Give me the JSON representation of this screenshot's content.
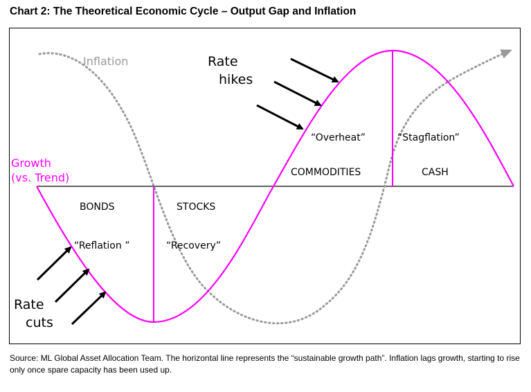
{
  "title": "Chart 2:  The Theoretical Economic Cycle – Output Gap and Inflation",
  "series": {
    "inflation": "Inflation",
    "growth_line1": "Growth",
    "growth_line2": "(vs. Trend)"
  },
  "annotations": {
    "rate_hikes_line1": "Rate",
    "rate_hikes_line2": "hikes",
    "rate_cuts_line1": "Rate",
    "rate_cuts_line2": "cuts"
  },
  "phases": [
    {
      "name": "“Reflation ”",
      "asset": "BONDS"
    },
    {
      "name": "“Recovery”",
      "asset": "STOCKS"
    },
    {
      "name": "“Overheat”",
      "asset": "COMMODITIES"
    },
    {
      "name": "“Stagflation”",
      "asset": "CASH"
    }
  ],
  "source": "Source: ML Global Asset Allocation Team. The horizontal line represents the “sustainable growth path”. Inflation lags growth, starting to rise only once spare capacity has been used up.",
  "colors": {
    "growth": "#ff00ff",
    "inflation": "#999999",
    "axis": "#000000"
  }
}
